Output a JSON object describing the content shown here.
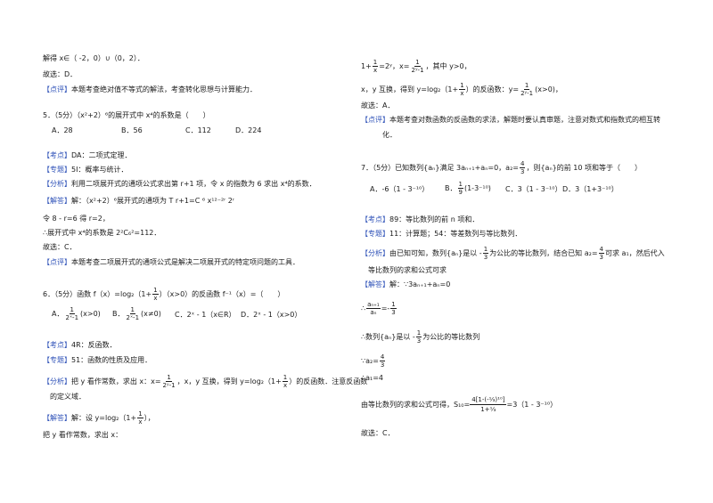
{
  "left": {
    "l1": "解得 x∈（ -2，0）∪（0，2）．",
    "l2": "故选：D．",
    "l3_label": "【点评】",
    "l3_text": "本题考查绝对值不等式的解法，考查转化思想与计算能力．",
    "q5": "5．（5分）（x²+2）⁶的展开式中 x⁴的系数是（　　）",
    "q5_opts": [
      "A．28",
      "B．56",
      "C．112",
      "D．224"
    ],
    "q5_kd_label": "【考点】",
    "q5_kd": "DA：二项式定理．",
    "q5_zt_label": "【专题】",
    "q5_zt": "5I：概率与统计．",
    "q5_fx_label": "【分析】",
    "q5_fx": "利用二项展开式的通项公式求出第 r+1 项，令 x 的指数为 6 求出 x⁴的系数．",
    "q5_jd_label": "【解答】",
    "q5_jd": "解：（x²+2）⁶展开式的通项为 T r+1=C ⁶ x¹²⁻²ʳ 2ʳ",
    "q5_l1": "令 8 - r=6 得 r=2，",
    "q5_l2": "∴展开式中 x⁴的系数是 2²C₆²=112．",
    "q5_l3": "故选：C．",
    "q5_dp_label": "【点评】",
    "q5_dp": "本题考查二项展开式的通项公式是解决二项展开式的特定项问题的工具．",
    "q6": "6．（5分）函数 f（x）=log₂（1+",
    "q6_b": "）（x>0）的反函数 f⁻¹（x）=（　　）",
    "q6_fx_frac_n": "1",
    "q6_fx_frac_d": "x",
    "q6_opt_a": "A．",
    "q6_opt_a_n": "1",
    "q6_opt_a_d": "2ˣ-1",
    "q6_opt_a_tail": "(x>0)",
    "q6_opt_b": "B．",
    "q6_opt_b_n": "1",
    "q6_opt_b_d": "2ˣ-1",
    "q6_opt_b_tail": "(x≠0)",
    "q6_opt_c": "C．2ˣ - 1（x∈R）",
    "q6_opt_d": "D．2ˣ - 1（x>0）",
    "q6_kd_label": "【考点】",
    "q6_kd": "4R：反函数．",
    "q6_zt_label": "【专题】",
    "q6_zt": "51：函数的性质及应用．",
    "q6_fx_label": "【分析】",
    "q6_fx_a": "把 y 看作常数，求出 x：x=",
    "q6_fx_n": "1",
    "q6_fx_d": "2ʸ-1",
    "q6_fx_b": "，x，y 互换，得到 y=log₂（1+",
    "q6_fx_c": "）的反函数．注意反函数",
    "q6_fx_l2": "的定义域．",
    "q6_jd_label": "【解答】",
    "q6_jd_a": "解：设 y=log₂（1+",
    "q6_jd_b": "），",
    "q6_last": "把 y 看作常数，求出 x："
  },
  "right": {
    "r1_a": "1+",
    "r1_fn": "1",
    "r1_fd": "x",
    "r1_b": "=2ʸ，x=",
    "r1_gn": "1",
    "r1_gd": "2ʸ-1",
    "r1_c": "，其中 y>0，",
    "r2_a": "x，y 互换，得到 y=log₂（1+",
    "r2_b": "）的反函数：y=",
    "r2_c": "(x>0)，",
    "r3": "故选：A．",
    "r4_label": "【点评】",
    "r4": "本题考查对数函数的反函数的求法，解题时要认真审题，注意对数式和指数式的相互转",
    "r4_l2": "化．",
    "q7_a": "7．（5分）已知数列{aₙ}满足 3aₙ₊₁+aₙ=0，a₂=",
    "q7_n": "4",
    "q7_d": "3",
    "q7_b": "，则{aₙ}的前 10 项和等于（　　）",
    "q7_opt_a": "A．-6（1 - 3⁻¹⁰）",
    "q7_opt_b": "B．",
    "q7_opt_b_n": "1",
    "q7_opt_b_d": "9",
    "q7_opt_b_tail": "(1-3⁻¹⁰)",
    "q7_opt_c": "C．3（1 - 3⁻¹⁰）",
    "q7_opt_d": "D．3（1+3⁻¹⁰）",
    "q7_kd_label": "【考点】",
    "q7_kd": "89：等比数列的前 n 项和．",
    "q7_zt_label": "【专题】",
    "q7_zt": "11：计算题；54：等差数列与等比数列．",
    "q7_fx_label": "【分析】",
    "q7_fx_a": "由已知可知，数列{aₙ}是以 -",
    "q7_fx_n": "1",
    "q7_fx_d": "3",
    "q7_fx_b": "为公比的等比数列，结合已知 a₂=",
    "q7_fx_n2": "4",
    "q7_fx_d2": "3",
    "q7_fx_c": "可求 a₁，然后代入",
    "q7_fx_l2": "等比数列的求和公式可求",
    "q7_jd_label": "【解答】",
    "q7_jd": "解：∵3aₙ₊₁+aₙ=0",
    "s1_a": "∴",
    "s1_n": "aₙ₊₁",
    "s1_d": "aₙ",
    "s1_b": "=-",
    "s1_n2": "1",
    "s1_d2": "3",
    "s2_a": "∴数列{aₙ}是以 -",
    "s2_n": "1",
    "s2_d": "3",
    "s2_b": "为公比的等比数列",
    "s3_a": "∵a₂=",
    "s3_n": "4",
    "s3_d": "3",
    "s4": "∴a₁=4",
    "s5_a": "由等比数列的求和公式可得，S₁₀=",
    "s5_n": "4[1-(-⅓)¹⁰]",
    "s5_d": "1+⅓",
    "s5_b": "=3（1 - 3⁻¹⁰）",
    "s6": "故选：C．"
  }
}
